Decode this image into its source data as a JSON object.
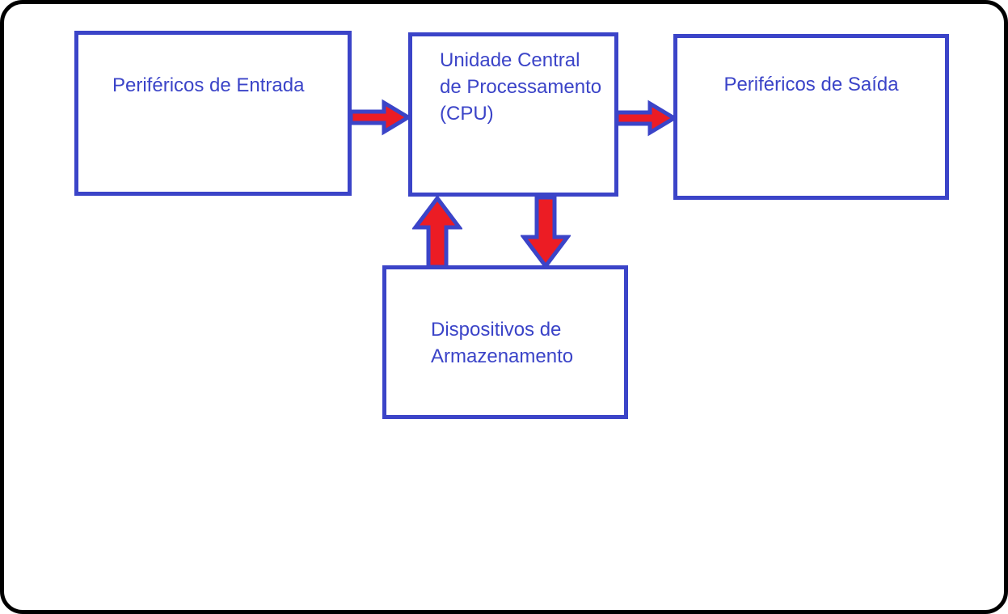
{
  "diagram": {
    "type": "block-diagram",
    "subject": "Computer architecture data flow",
    "colors": {
      "background": "#FFFFFF",
      "canvas_border": "#000000",
      "box_border": "#3B44C8",
      "text": "#3B44C8",
      "arrow_fill": "#EC1C24",
      "arrow_outline": "#3B44C8"
    },
    "nodes": [
      {
        "id": "input",
        "label": "Periféricos de Entrada"
      },
      {
        "id": "cpu",
        "label": "Unidade Central de Processamento (CPU)"
      },
      {
        "id": "output",
        "label": "Periféricos de Saída"
      },
      {
        "id": "storage",
        "label": "Dispositivos de Armazenamento"
      }
    ],
    "edges": [
      {
        "from": "input",
        "to": "cpu",
        "direction": "right",
        "style": "red-block-arrow"
      },
      {
        "from": "cpu",
        "to": "output",
        "direction": "right",
        "style": "red-block-arrow"
      },
      {
        "from": "storage",
        "to": "cpu",
        "direction": "up",
        "style": "red-block-arrow"
      },
      {
        "from": "cpu",
        "to": "storage",
        "direction": "down",
        "style": "red-block-arrow"
      }
    ]
  }
}
